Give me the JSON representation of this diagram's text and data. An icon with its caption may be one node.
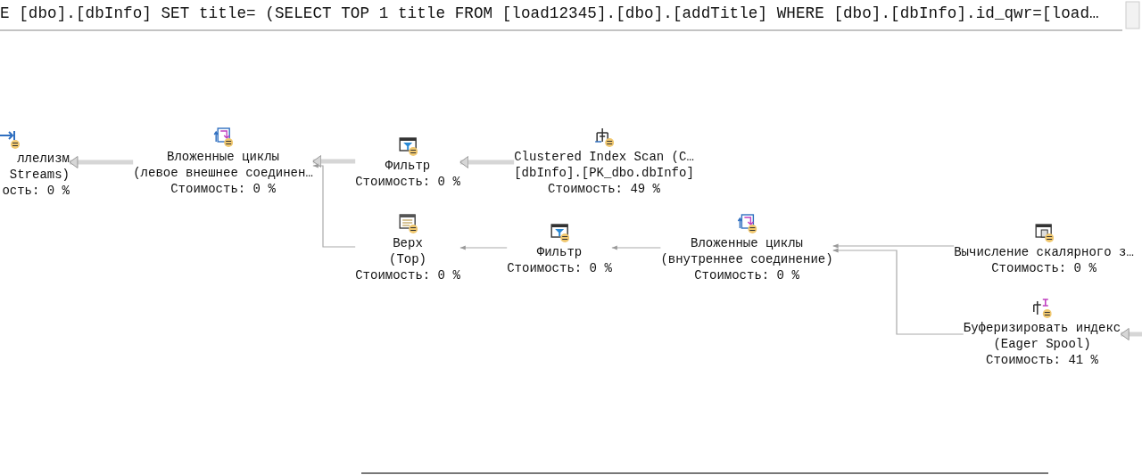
{
  "diagram": {
    "nodes": [
      {
        "text": [
          "ллелизм",
          "Streams)",
          "ость: 0 %"
        ]
      },
      {
        "text": [
          "Вложенные циклы",
          "(левое внешнее соединен…",
          "Стоимость: 0 %"
        ]
      },
      {
        "text": [
          "Фильтр",
          "Стоимость: 0 %"
        ]
      },
      {
        "text": [
          "Clustered Index Scan (C…",
          "[dbInfo].[PK_dbo.dbInfo]",
          "Стоимость: 49 %"
        ]
      },
      {
        "text": [
          "Верх",
          "(Top)",
          "Стоимость: 0 %"
        ]
      },
      {
        "text": [
          "Фильтр",
          "Стоимость: 0 %"
        ]
      },
      {
        "text": [
          "Вложенные циклы",
          "(внутреннее соединение)",
          "Стоимость: 0 %"
        ]
      },
      {
        "text": [
          "Вычисление скалярного з…",
          "Стоимость: 0 %"
        ]
      },
      {
        "text": [
          "Буферизировать индекс",
          "(Eager Spool)",
          "Стоимость: 41 %"
        ]
      }
    ],
    "edges": [
      {
        "from": 1,
        "to": 0,
        "arrow": "to",
        "style": "thick"
      },
      {
        "from": 2,
        "to": 1,
        "arrow": "to",
        "style": "thick"
      },
      {
        "from": 3,
        "to": 2,
        "arrow": "to",
        "style": "thick"
      },
      {
        "from": 4,
        "to": 1,
        "arrow": "to"
      },
      {
        "from": 5,
        "to": 4,
        "arrow": "to"
      },
      {
        "from": 6,
        "to": 5,
        "arrow": "to"
      },
      {
        "from": 7,
        "to": 6,
        "arrow": "to"
      },
      {
        "from": 8,
        "to": 6,
        "arrow": "to"
      },
      {
        "from": null,
        "to": 8,
        "arrow": "to",
        "style": "thick"
      }
    ],
    "labels": [
      "E [dbo].[dbInfo] SET title= (SELECT TOP 1 title FROM [load12345].[dbo].[addTitle] WHERE [dbo].[dbInfo].id_qwr=[load…"
    ]
  }
}
